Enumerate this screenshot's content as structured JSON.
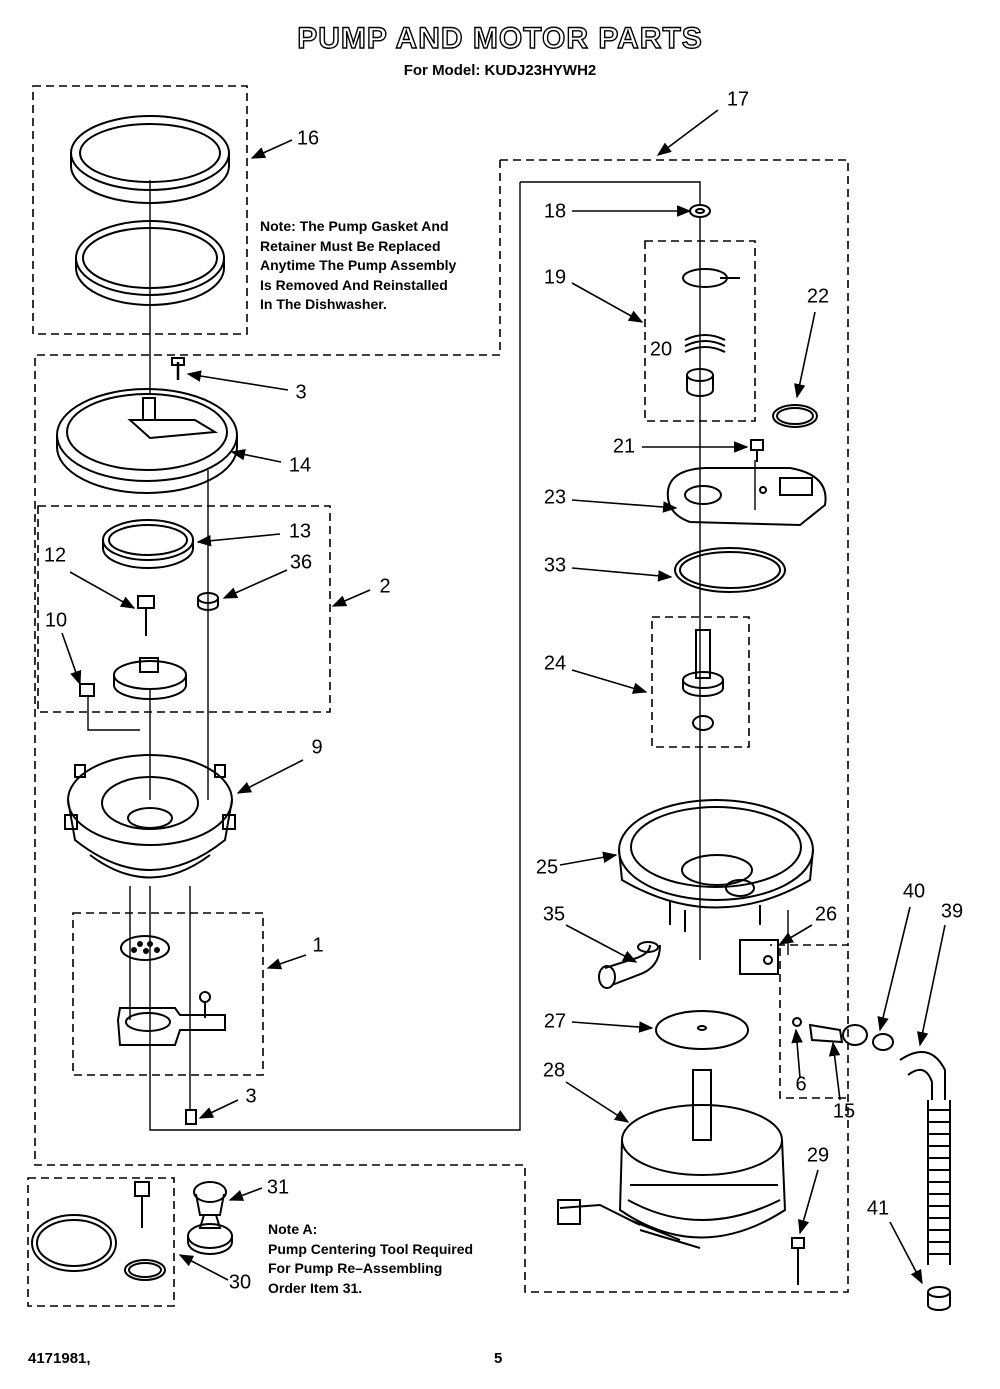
{
  "title": "PUMP AND MOTOR PARTS",
  "subtitle": "For Model: KUDJ23HYWH2",
  "note_top": "Note: The Pump Gasket And\nRetainer Must Be Replaced\nAnytime The Pump Assembly\nIs Removed And Reinstalled\nIn The Dishwasher.",
  "note_a": "Note A:\nPump Centering Tool Required\nFor Pump Re–Assembling\nOrder Item 31.",
  "footer": {
    "doc_number": "4171981,",
    "page_number": "5"
  },
  "callouts": [
    "16",
    "17",
    "18",
    "19",
    "20",
    "22",
    "21",
    "23",
    "33",
    "24",
    "3",
    "14",
    "13",
    "36",
    "2",
    "12",
    "10",
    "9",
    "25",
    "35",
    "26",
    "40",
    "39",
    "27",
    "6",
    "15",
    "1",
    "28",
    "3",
    "29",
    "31",
    "41",
    "30"
  ]
}
